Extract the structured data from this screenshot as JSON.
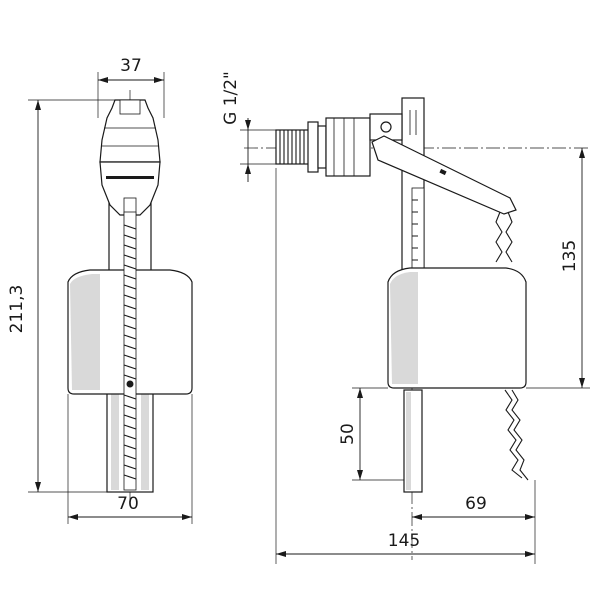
{
  "dimensions": {
    "front_width": "37",
    "total_height": "211,3",
    "float_width": "70",
    "thread": "G 1/2\"",
    "lever_height": "135",
    "bottom_height": "50",
    "side_offset": "69",
    "total_length": "145"
  }
}
